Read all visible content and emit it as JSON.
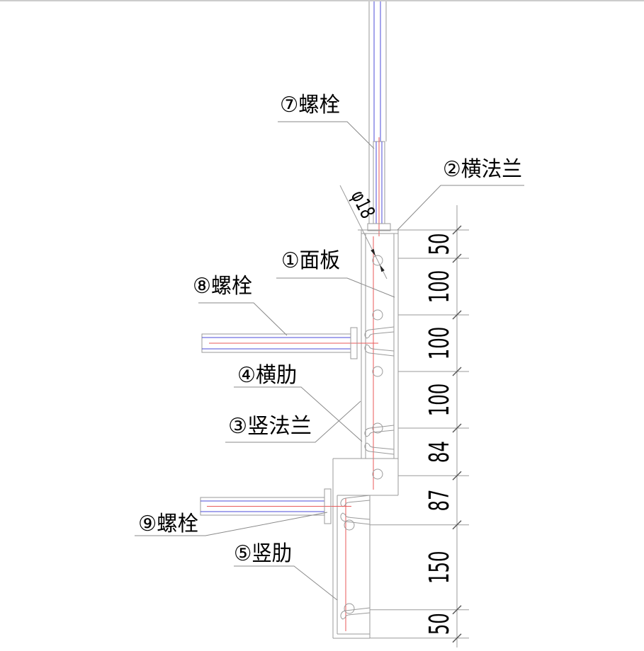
{
  "labels": {
    "bolt_7": "⑦螺栓",
    "horizontal_flange_2": "②横法兰",
    "hole_diameter": "φ18",
    "panel_1": "①面板",
    "bolt_8": "⑧螺栓",
    "horizontal_rib_4": "④横肋",
    "vertical_flange_3": "③竖法兰",
    "bolt_9": "⑨螺栓",
    "vertical_rib_5": "⑤竖肋"
  },
  "dimensions": [
    50,
    100,
    100,
    100,
    84,
    87,
    150,
    50
  ],
  "colors": {
    "line": "#9a9a9a",
    "blue": "#4b4bd8",
    "red": "#e85a5a",
    "text": "#000000"
  }
}
